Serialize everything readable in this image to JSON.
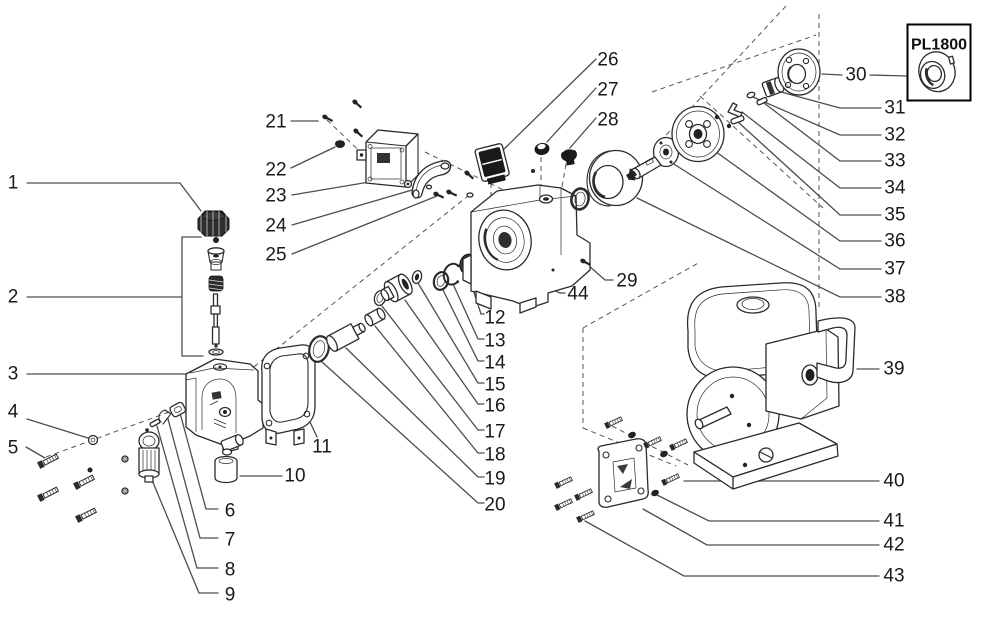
{
  "model": "PL1800",
  "callouts": [
    "1",
    "2",
    "3",
    "4",
    "5",
    "6",
    "7",
    "8",
    "9",
    "10",
    "11",
    "12",
    "13",
    "14",
    "15",
    "16",
    "17",
    "18",
    "19",
    "20",
    "21",
    "22",
    "23",
    "24",
    "25",
    "26",
    "27",
    "28",
    "29",
    "30",
    "31",
    "32",
    "33",
    "34",
    "35",
    "36",
    "37",
    "38",
    "39",
    "40",
    "41",
    "42",
    "43",
    "44"
  ],
  "colors": {
    "background": "#ffffff",
    "line_art": "#2b2b2b",
    "leader_lines": "#4d4d4d",
    "label_text": "#1a1a1a",
    "dark_parts": "#222222",
    "inset_border": "#000000"
  }
}
